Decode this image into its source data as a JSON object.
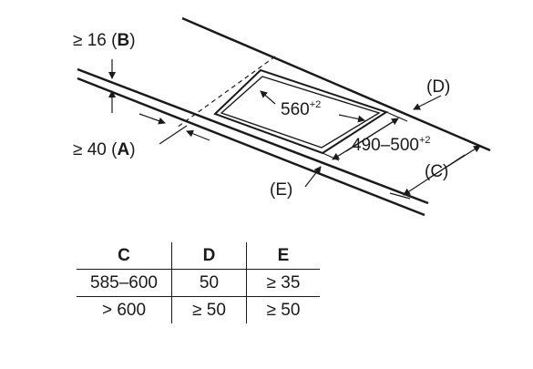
{
  "diagram": {
    "label_b_prefix": "≥ 16 (",
    "label_b_letter": "B",
    "label_b_suffix": ")",
    "label_a_prefix": "≥ 40 (",
    "label_a_letter": "A",
    "label_a_suffix": ")",
    "label_d": "(D)",
    "label_c": "(C)",
    "label_e": "(E)",
    "cutout_width": "560",
    "cutout_width_tol": "+2",
    "cutout_depth": "490–500",
    "cutout_depth_tol": "+2"
  },
  "table": {
    "headers": [
      "C",
      "D",
      "E"
    ],
    "rows": [
      [
        "585–600",
        "50",
        "≥ 35"
      ],
      [
        "> 600",
        "≥ 50",
        "≥ 50"
      ]
    ]
  }
}
